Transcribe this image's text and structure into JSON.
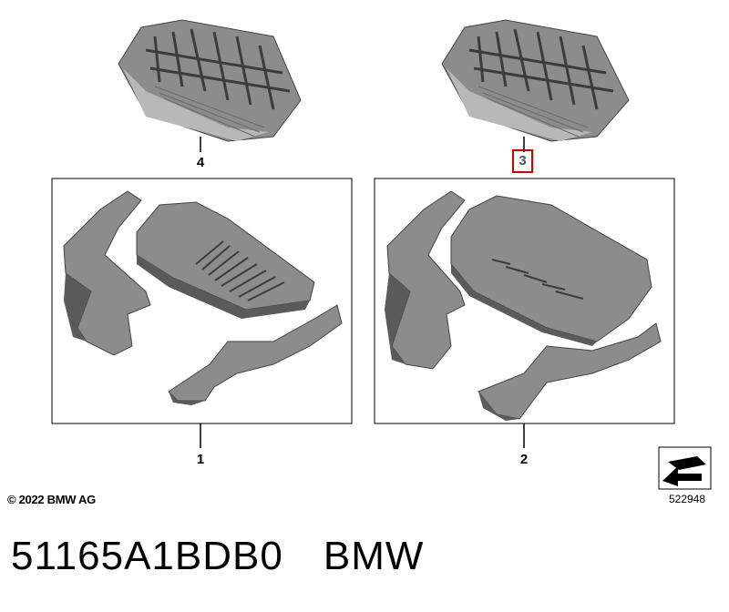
{
  "parts": {
    "part4": {
      "number": "4",
      "icon": "trim-frame-icon"
    },
    "part3": {
      "number": "3",
      "icon": "trim-frame-icon",
      "highlighted": true,
      "highlight_color": "#d40000"
    },
    "part1": {
      "number": "1",
      "icon": "trim-kit-icon"
    },
    "part2": {
      "number": "2",
      "icon": "trim-kit-icon"
    }
  },
  "copyright": "© 2022 BMW AG",
  "image_number": "522948",
  "footer": {
    "part_number": "51165A1BDB0",
    "brand": "BMW"
  },
  "colors": {
    "part_fill": "#8c8c8c",
    "part_dark": "#5a5a5a",
    "part_light": "#b8b8b8"
  }
}
